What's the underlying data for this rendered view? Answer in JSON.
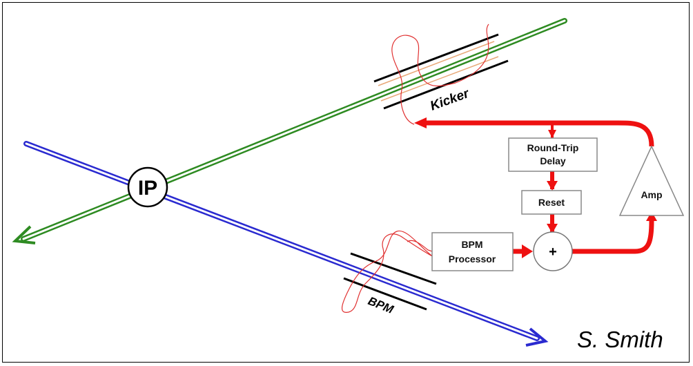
{
  "labels": {
    "ip": "IP",
    "kicker": "Kicker",
    "bpm": "BPM",
    "round_trip_line1": "Round-Trip",
    "round_trip_line2": "Delay",
    "reset": "Reset",
    "amp": "Amp",
    "bpm_processor_line1": "BPM",
    "bpm_processor_line2": "Processor",
    "sum": "+"
  },
  "credit": "S. Smith",
  "colors": {
    "beam_green": "#2e8b22",
    "beam_blue": "#2a2ad0",
    "feedback_red": "#ee1111",
    "signal_red": "#e03030",
    "box_border": "#888888"
  },
  "icons": {
    "beam_arrow": "open-arrowhead",
    "signal_arrow": "filled-arrowhead"
  }
}
